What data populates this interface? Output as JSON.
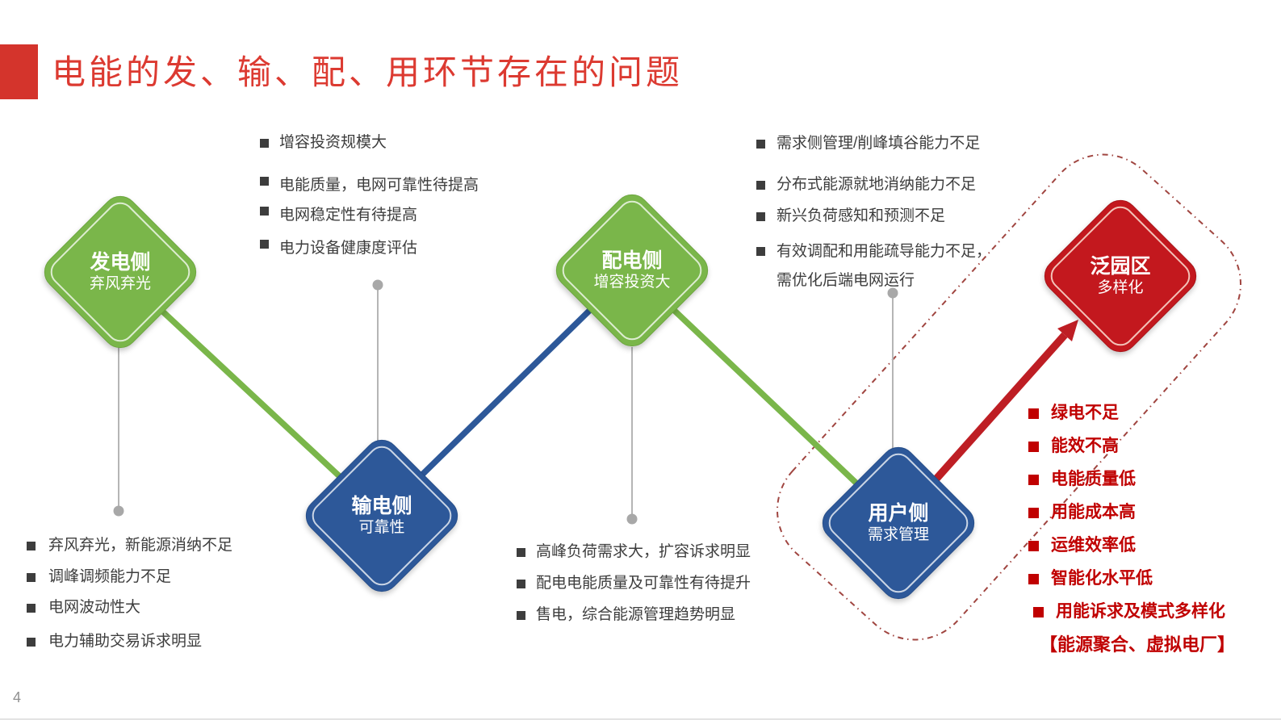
{
  "slide": {
    "title": "电能的发、输、配、用环节存在的问题",
    "page_number": "4"
  },
  "colors": {
    "accent_block_red": "#d4342c",
    "title_red": "#dc3a31",
    "node_green": "#7ab64a",
    "node_blue": "#2d5899",
    "node_red": "#c3181e",
    "arrow_red": "#be1e24",
    "dashed_outline_red": "#a04540",
    "list_text_gray": "#3d3d3d",
    "highlight_list_red": "#c00000",
    "connector_gray": "#b5b5b5"
  },
  "icons": {
    "bullet": "square-bullet",
    "connector_end": "gray-dot"
  },
  "nodes": {
    "generation": {
      "title": "发电侧",
      "subtitle": "弃风弃光"
    },
    "transmission": {
      "title": "输电侧",
      "subtitle": "可靠性"
    },
    "distribution": {
      "title": "配电侧",
      "subtitle": "增容投资大"
    },
    "user": {
      "title": "用户侧",
      "subtitle": "需求管理"
    },
    "park": {
      "title": "泛园区",
      "subtitle": "多样化"
    }
  },
  "lists": {
    "transmission": {
      "items": [
        "增容投资规模大",
        "电能质量，电网可靠性待提高",
        "电网稳定性有待提高",
        "电力设备健康度评估"
      ]
    },
    "user": {
      "items": [
        "需求侧管理/削峰填谷能力不足",
        "分布式能源就地消纳能力不足",
        "新兴负荷感知和预测不足",
        "有效调配和用能疏导能力不足，"
      ],
      "continuation": "需优化后端电网运行"
    },
    "generation": {
      "items": [
        "弃风弃光，新能源消纳不足",
        "调峰调频能力不足",
        "电网波动性大",
        "电力辅助交易诉求明显"
      ]
    },
    "distribution": {
      "items": [
        "高峰负荷需求大，扩容诉求明显",
        "配电电能质量及可靠性有待提升",
        "售电，综合能源管理趋势明显"
      ]
    },
    "park": {
      "items": [
        "绿电不足",
        "能效不高",
        "电能质量低",
        "用能成本高",
        "运维效率低",
        "智能化水平低",
        "用能诉求及模式多样化"
      ],
      "footer": "【能源聚合、虚拟电厂】"
    }
  }
}
